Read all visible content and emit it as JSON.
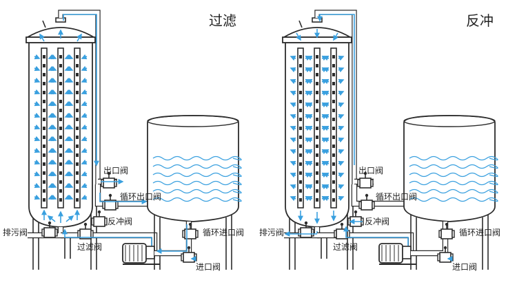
{
  "colors": {
    "outline": "#2b2b2b",
    "water": "#3aa0df",
    "pipe_fill": "#ffffff",
    "vessel_fill": "#ffffff"
  },
  "panels": [
    {
      "title": "过滤",
      "labels": {
        "drain_valve": "排污阀",
        "filter_valve": "过滤阀",
        "outlet_valve": "出口阀",
        "recycle_outlet_valve": "循环出口阀",
        "backwash_valve": "反冲阀",
        "recycle_inlet_valve": "循环进口阀",
        "inlet_valve": "进口阀"
      }
    },
    {
      "title": "反冲",
      "labels": {
        "drain_valve": "排污阀",
        "filter_valve": "过滤阀",
        "outlet_valve": "出口阀",
        "recycle_outlet_valve": "循环出口阀",
        "backwash_valve": "反冲阀",
        "recycle_inlet_valve": "循环进口阀",
        "inlet_valve": "进口阀"
      }
    }
  ]
}
